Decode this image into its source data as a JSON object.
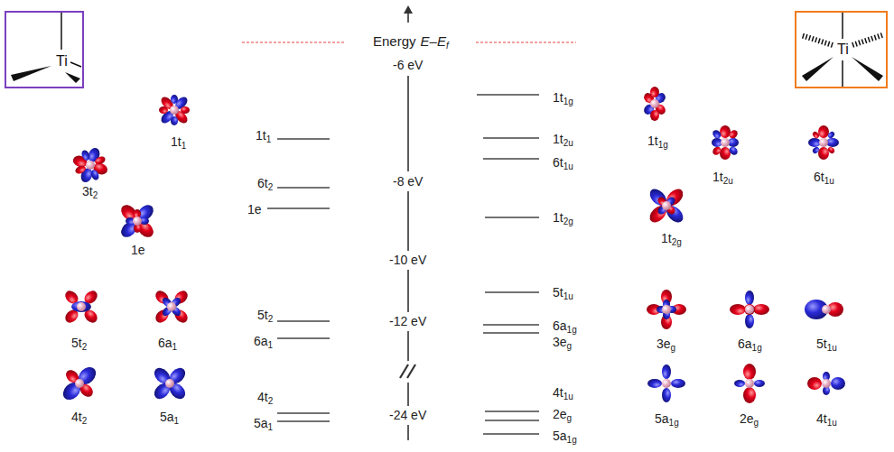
{
  "diagram": {
    "nodes": [
      {
        "text": [
          "Ti"
        ]
      },
      {
        "text": [
          "Ti"
        ]
      }
    ],
    "labels": [
      "Energy",
      "E–E",
      "f",
      "-6 eV",
      "-8 eV",
      "-10 eV",
      "-12 eV",
      "-24 eV",
      "1t",
      "1",
      "3t",
      "2",
      "1e",
      "5t",
      "2",
      "6a",
      "1",
      "4t",
      "2",
      "5a",
      "1",
      "1t",
      "1",
      "6t",
      "2",
      "1e",
      "5t",
      "2",
      "6a",
      "1",
      "4t",
      "2",
      "5a",
      "1",
      "1t",
      "1g",
      "1t",
      "2u",
      "6t",
      "1u",
      "1t",
      "2g",
      "5t",
      "1u",
      "6a",
      "1g",
      "3e",
      "g",
      "4t",
      "1u",
      "2e",
      "g",
      "5a",
      "1g",
      "1t",
      "1g",
      "1t",
      "2u",
      "6t",
      "1u",
      "1t",
      "2g",
      "3e",
      "g",
      "6a",
      "1g",
      "5t",
      "1u",
      "5a",
      "1g",
      "2e",
      "g",
      "4t",
      "1u"
    ]
  }
}
